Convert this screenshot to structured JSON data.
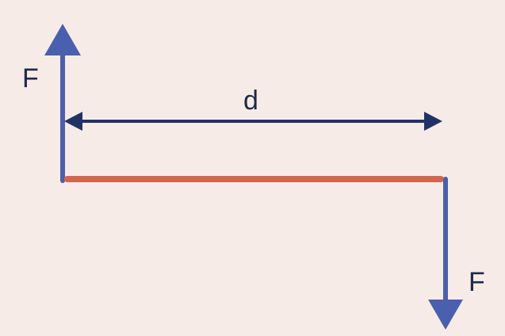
{
  "diagram": {
    "labels": {
      "force_left": "F",
      "distance": "d",
      "force_right": "F"
    },
    "colors": {
      "background": "#f7ebe8",
      "force_arrow": "#4a5fad",
      "distance_arrow": "#233266",
      "bar": "#d2674f",
      "text": "#1f2a44"
    },
    "elements": [
      "upward-force-arrow",
      "distance-arrow",
      "horizontal-bar",
      "downward-force-arrow"
    ]
  }
}
